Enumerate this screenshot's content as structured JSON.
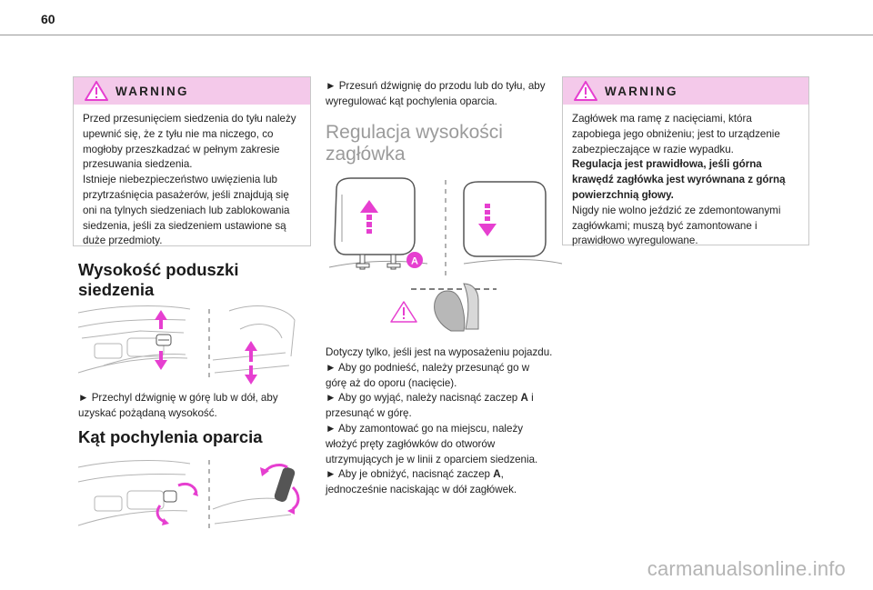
{
  "page": {
    "number": "60",
    "watermark": "carmanualsonline.info"
  },
  "left": {
    "warning": {
      "title": "WARNING",
      "lines": [
        "Przed przesunięciem siedzenia do tyłu należy",
        "upewnić się, że z tyłu nie ma niczego, co",
        "mogłoby przeszkadzać w pełnym zakresie",
        "przesuwania siedzenia.",
        "Istnieje niebezpieczeństwo uwięzienia lub",
        "przytrzaśnięcia pasażerów, jeśli znajdują się",
        "oni na tylnych siedzeniach lub zablokowania",
        "siedzenia, jeśli za siedzeniem ustawione są",
        "duże przedmioty."
      ]
    },
    "cushion": {
      "heading_line1": "Wysokość poduszki",
      "heading_line2": "siedzenia",
      "text_line1": "► Przechyl dźwignię w górę lub w dół, aby",
      "text_line2": "uzyskać pożądaną wysokość."
    },
    "backrest": {
      "heading": "Kąt pochylenia oparcia"
    }
  },
  "middle": {
    "intro_line1": "► Przesuń dźwignię do przodu lub do tyłu, aby",
    "intro_line2": "wyregulować kąt pochylenia oparcia.",
    "headrest_heading_line1": "Regulacja wysokości",
    "headrest_heading_line2": "zagłówka",
    "callout_letter": "A",
    "lines": [
      "Dotyczy tylko, jeśli jest na wyposażeniu pojazdu.",
      "► Aby go podnieść, należy przesunąć go w",
      "górę aż do oporu (nacięcie).",
      "► Aby go wyjąć, należy nacisnąć zaczep ",
      "przesunąć w górę.",
      "► Aby zamontować go na miejscu, należy",
      "włożyć pręty zagłówków do otworów",
      "utrzymujących je w linii z oparciem siedzenia.",
      "► Aby je obniżyć, nacisnąć zaczep ",
      "jednocześnie naciskając w dół zagłówek."
    ],
    "line4_bold": "A",
    "line4_tail": " i",
    "line9_bold": "A",
    "line9_tail": ","
  },
  "right": {
    "warning": {
      "title": "WARNING",
      "lines": [
        "Zagłówek ma ramę z nacięciami, która",
        "zapobiega jego obniżeniu; jest to urządzenie",
        "zabezpieczające w razie wypadku."
      ],
      "bold_lines": [
        "Regulacja jest prawidłowa, jeśli górna",
        "krawędź zagłówka jest wyrównana z górną",
        "powierzchnią głowy."
      ],
      "tail_lines": [
        "Nigdy nie wolno jeździć ze zdemontowanymi",
        "zagłówkami; muszą być zamontowane i",
        "prawidłowo wyregulowane."
      ]
    }
  },
  "colors": {
    "accent": "#e63fd0",
    "warning_bg": "#f4c9ea",
    "heading_gray": "#9b9b9b"
  }
}
